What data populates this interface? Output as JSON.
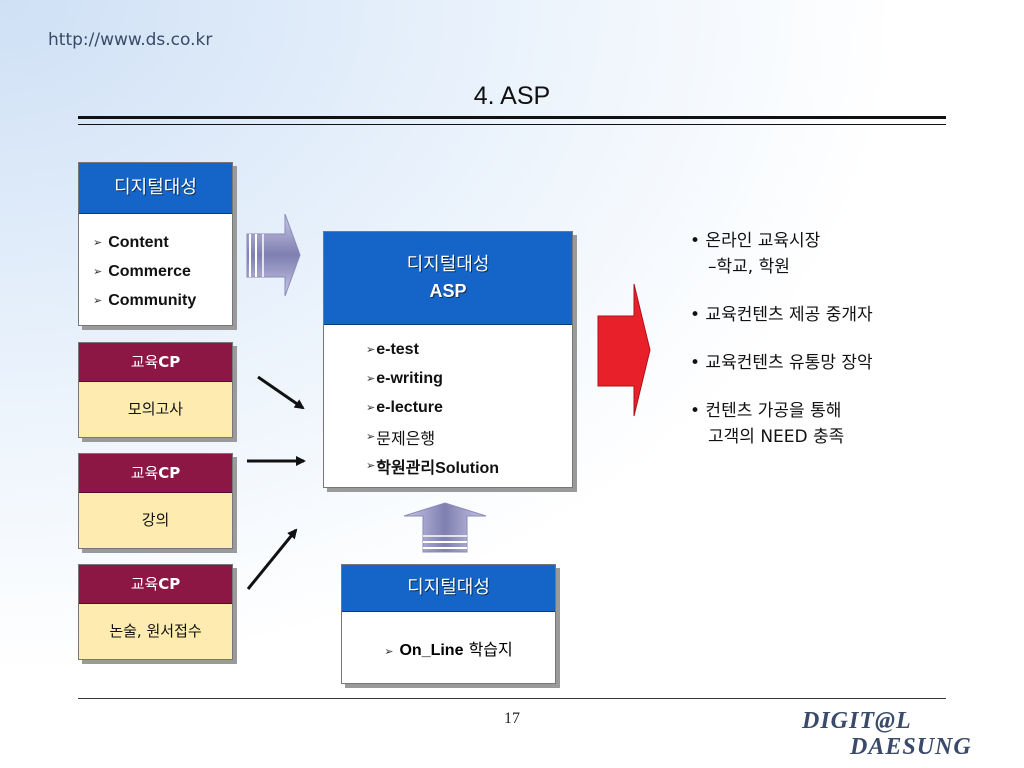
{
  "header": {
    "url": "http://www.ds.co.kr",
    "title": "4. ASP"
  },
  "top_box": {
    "title": "디지털대성",
    "items": [
      "Content",
      "Commerce",
      "Community"
    ]
  },
  "cp_boxes": [
    {
      "title_prefix": "교육",
      "title_suffix": "CP",
      "body": "모의고사"
    },
    {
      "title_prefix": "교육",
      "title_suffix": "CP",
      "body": "강의"
    },
    {
      "title_prefix": "교육",
      "title_suffix": "CP",
      "body": "논술, 원서접수"
    }
  ],
  "center_box": {
    "title_line1": "디지털대성",
    "title_line2": "ASP",
    "items": [
      "e-test",
      "e-writing",
      "e-lecture",
      "문제은행",
      "학원관리Solution"
    ]
  },
  "bottom_box": {
    "title": "디지털대성",
    "item_bold": "On_Line",
    "item_rest": " 학습지"
  },
  "right_list": [
    {
      "line1": "• 온라인 교육시장",
      "line2": "–학교, 학원"
    },
    {
      "line1": "• 교육컨텐츠 제공 중개자",
      "line2": ""
    },
    {
      "line1": "• 교육컨텐츠 유통망 장악",
      "line2": ""
    },
    {
      "line1": "• 컨텐츠 가공을 통해",
      "line2": "고객의 NEED  충족"
    }
  ],
  "footer": {
    "page_number": "17",
    "logo_line1": "DIGIT@L",
    "logo_line2": "DAESUNG"
  },
  "colors": {
    "blue_header": "#1565c8",
    "maroon_header": "#8c1744",
    "yellow_body": "#fdebb0",
    "red_arrow": "#e8202a"
  }
}
